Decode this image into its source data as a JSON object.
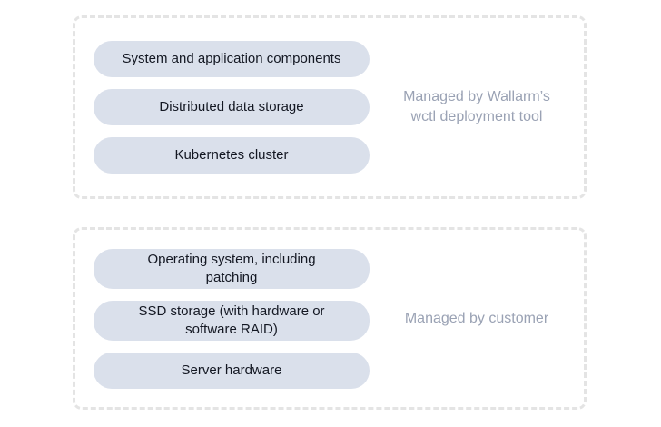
{
  "diagram": {
    "groups": [
      {
        "name": "wallarm-managed-zone",
        "label_lines": [
          "Managed by Wallarm’s",
          "wctl deployment tool"
        ],
        "items": [
          {
            "lines": [
              "System and application components",
              ""
            ]
          },
          {
            "lines": [
              "Distributed data storage",
              ""
            ]
          },
          {
            "lines": [
              "Kubernetes cluster",
              ""
            ]
          }
        ]
      },
      {
        "name": "customer-managed-zone",
        "label_lines": [
          "Managed by customer",
          ""
        ],
        "items": [
          {
            "lines": [
              "Operating system, including",
              "patching"
            ]
          },
          {
            "lines": [
              "SSD storage (with hardware or",
              "software RAID)"
            ]
          },
          {
            "lines": [
              "Server hardware",
              ""
            ]
          }
        ]
      }
    ],
    "colors": {
      "page_background": "#ffffff",
      "pill_background": "#dae0eb",
      "pill_text": "#131722",
      "label_text": "#9aa2b4",
      "dashed_border": "#e4e4e4"
    }
  }
}
